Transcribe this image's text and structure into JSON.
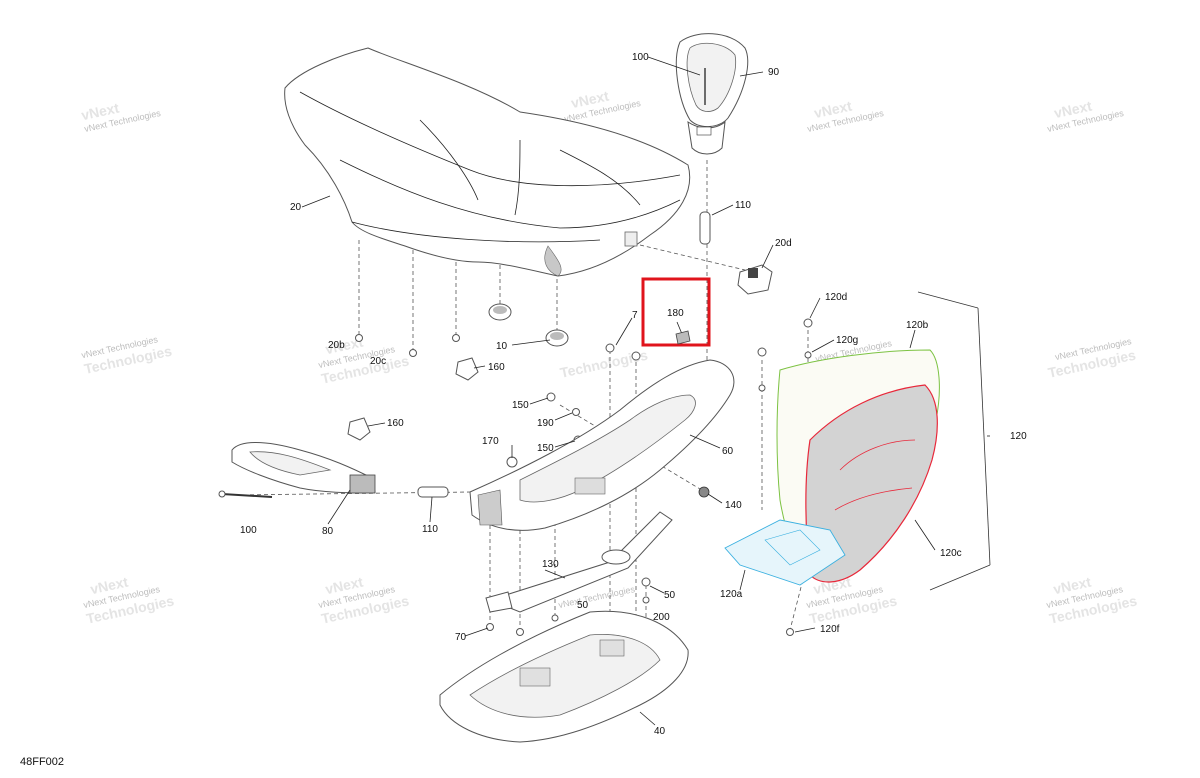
{
  "diagram": {
    "reference_code": "48FF002",
    "highlight_color": "#e0141c",
    "accent_colors": {
      "red_part": "#e8283a",
      "green_part": "#7cc242",
      "blue_part": "#3ab0e0"
    },
    "watermark": {
      "line1": "vNext Technologies",
      "line2": "vNext",
      "line3": "Technologies"
    },
    "labels": {
      "l100a": "100",
      "l90": "90",
      "l20": "20",
      "l110a": "110",
      "l20d": "20d",
      "l180": "180",
      "l7": "7",
      "l120d": "120d",
      "l120b": "120b",
      "l120g": "120g",
      "l20b": "20b",
      "l20c": "20c",
      "l10": "10",
      "l160a": "160",
      "l160b": "160",
      "l150a": "150",
      "l190": "190",
      "l170": "170",
      "l150b": "150",
      "l60": "60",
      "l120": "120",
      "l140": "140",
      "l100b": "100",
      "l80": "80",
      "l110b": "110",
      "l130": "130",
      "l50a": "50",
      "l50b": "50",
      "l200": "200",
      "l70": "70",
      "l120a": "120a",
      "l120c": "120c",
      "l120f": "120f",
      "l40": "40"
    }
  }
}
